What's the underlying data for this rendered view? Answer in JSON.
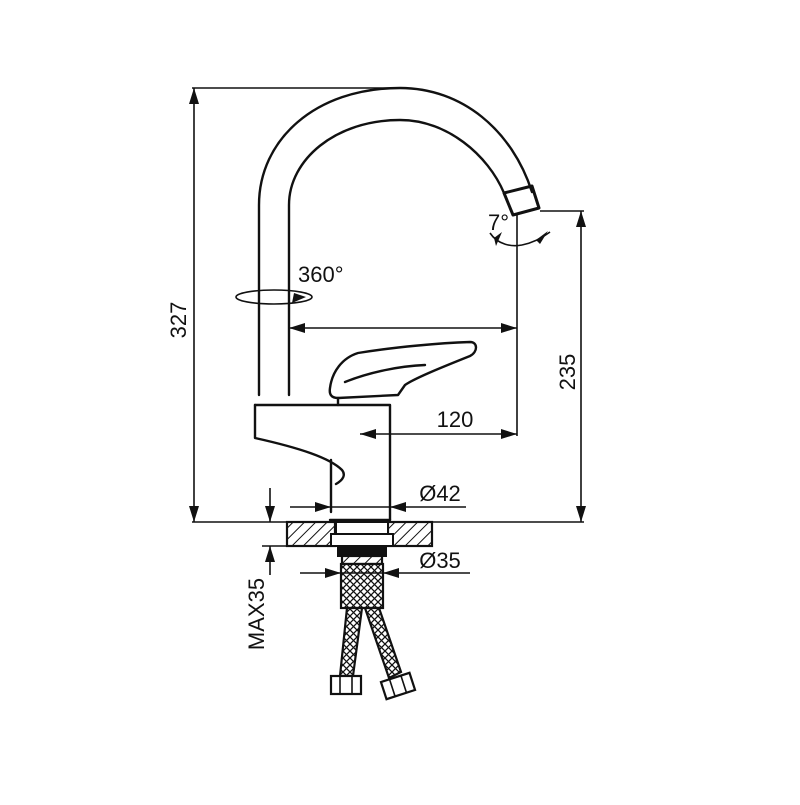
{
  "dimensions": {
    "total_height": "327",
    "outlet_height": "235",
    "reach": "120",
    "body_diameter": "Ø42",
    "mount_hole_diameter": "Ø35",
    "max_counter_thickness": "MAX35",
    "swivel_rotation": "360°",
    "spout_angle": "7°"
  }
}
